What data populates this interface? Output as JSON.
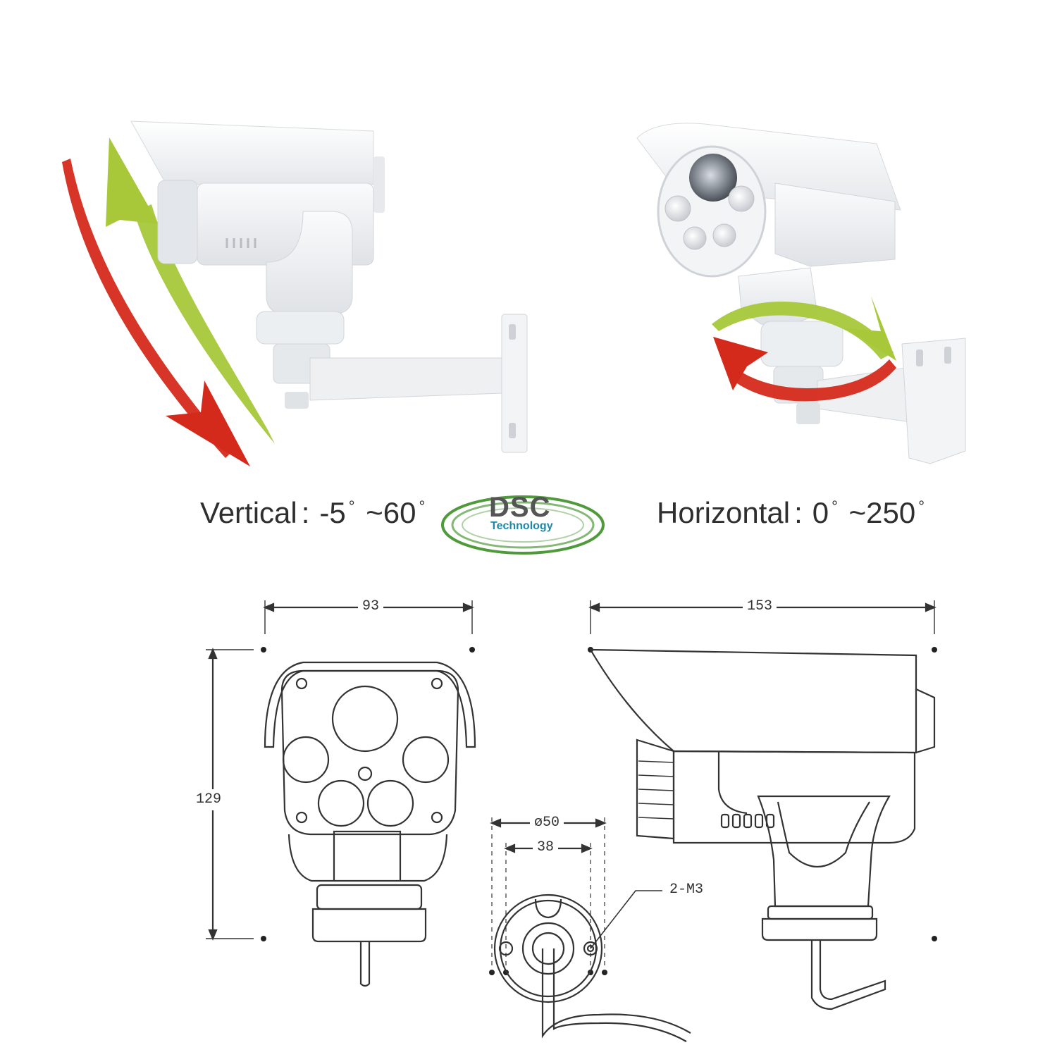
{
  "captions": {
    "vertical": {
      "label": "Vertical",
      "sep": ":",
      "min": "-5",
      "max": "~60"
    },
    "horizontal": {
      "label": "Horizontal",
      "sep": ":",
      "min": "0",
      "max": "~250"
    },
    "degree_symbol": "°"
  },
  "logo": {
    "main": "DSC",
    "sub": "Technology"
  },
  "dimensions": {
    "front_width": "93",
    "front_height": "129",
    "side_length": "153",
    "base_diameter": "ø50",
    "base_hole_spacing": "38",
    "mount_screws": "2-M3"
  },
  "colors": {
    "arrow_red": "#d42a1c",
    "arrow_green": "#a8c83a",
    "camera_body": "#eef0f2",
    "line_drawing": "#333333",
    "logo_ring": "#4f9a3a",
    "logo_text": "#555555",
    "logo_subtext": "#1e88a8"
  },
  "icons": {
    "vertical_motion": "curved-double-arrow-vertical",
    "horizontal_motion": "curved-double-arrow-rotation"
  }
}
